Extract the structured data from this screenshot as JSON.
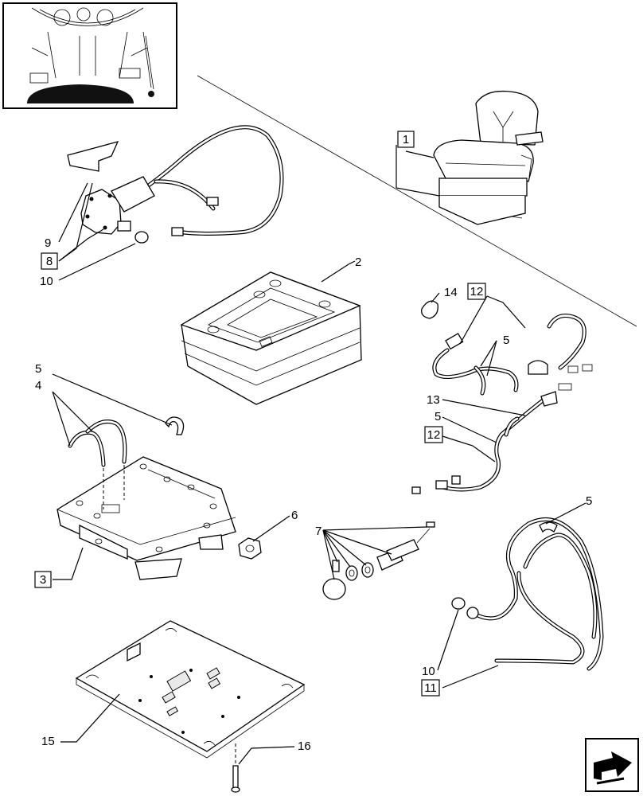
{
  "callouts": [
    {
      "id": "c1",
      "label": "1",
      "boxed": true
    },
    {
      "id": "c2",
      "label": "2",
      "boxed": false
    },
    {
      "id": "c3",
      "label": "3",
      "boxed": true
    },
    {
      "id": "c4",
      "label": "4",
      "boxed": false
    },
    {
      "id": "c5a",
      "label": "5",
      "boxed": false
    },
    {
      "id": "c5b",
      "label": "5",
      "boxed": false
    },
    {
      "id": "c5c",
      "label": "5",
      "boxed": false
    },
    {
      "id": "c5d",
      "label": "5",
      "boxed": false
    },
    {
      "id": "c6",
      "label": "6",
      "boxed": false
    },
    {
      "id": "c7",
      "label": "7",
      "boxed": false
    },
    {
      "id": "c8",
      "label": "8",
      "boxed": true
    },
    {
      "id": "c9",
      "label": "9",
      "boxed": false
    },
    {
      "id": "c10a",
      "label": "10",
      "boxed": false
    },
    {
      "id": "c10b",
      "label": "10",
      "boxed": false
    },
    {
      "id": "c11",
      "label": "11",
      "boxed": true
    },
    {
      "id": "c12a",
      "label": "12",
      "boxed": true
    },
    {
      "id": "c12b",
      "label": "12",
      "boxed": true
    },
    {
      "id": "c13",
      "label": "13",
      "boxed": false
    },
    {
      "id": "c14",
      "label": "14",
      "boxed": false
    },
    {
      "id": "c15",
      "label": "15",
      "boxed": false
    },
    {
      "id": "c16",
      "label": "16",
      "boxed": false
    }
  ],
  "icons": {
    "thumbnail": "tractor-cab-thumbnail-icon",
    "nav": "next-page-arrow-icon"
  }
}
